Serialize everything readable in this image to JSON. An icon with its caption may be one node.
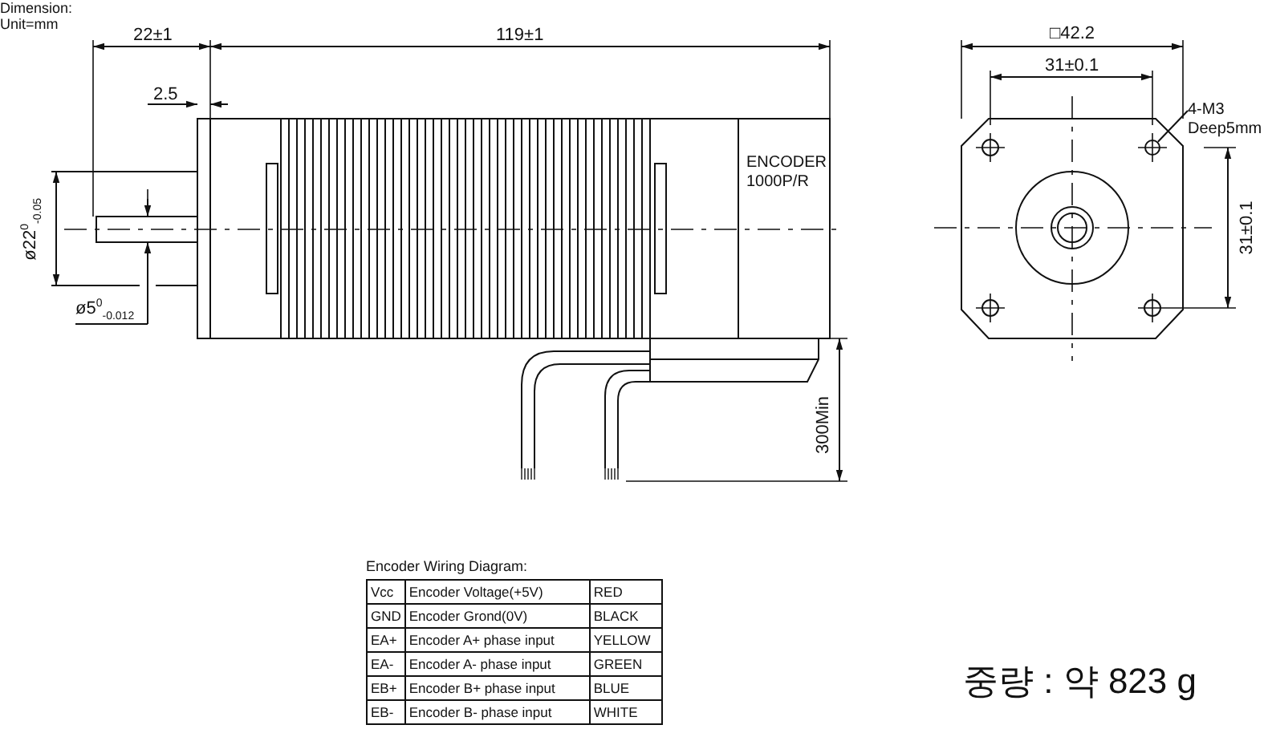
{
  "diagram": {
    "nodes": [
      {
        "text": [
          "4-M3 Deep5mm"
        ]
      },
      {
        "text": [],
        "shape": "circle"
      }
    ],
    "edges": [
      {
        "from": 0,
        "to": 1,
        "arrow": "none"
      }
    ],
    "labels": [
      "Dimension:",
      "Unit=mm",
      "22±1",
      "119±1",
      "□42.2",
      "31±0.1",
      "2.5",
      "ENCODER 1000P/R",
      "ø22$^{0}$$_{-0.05}$",
      "31±0.1",
      "ø5$^{0}$$_{-0.012}$",
      "300Min",
      "Encoder Wiring Diagram:",
      "Vcc",
      "Encoder Voltage(+5V)",
      "RED",
      "GND",
      "Encoder Grond(0V)",
      "BLACK",
      "EA+",
      "Encoder A+ phase input",
      "YELLOW",
      "EA-",
      "Encoder A- phase input",
      "GREEN",
      "EB+",
      "Encoder B+ phase input",
      "BLUE",
      "EB-",
      "Encoder B- phase input",
      "WHITE",
      "중량 : 약 823 g"
    ]
  }
}
